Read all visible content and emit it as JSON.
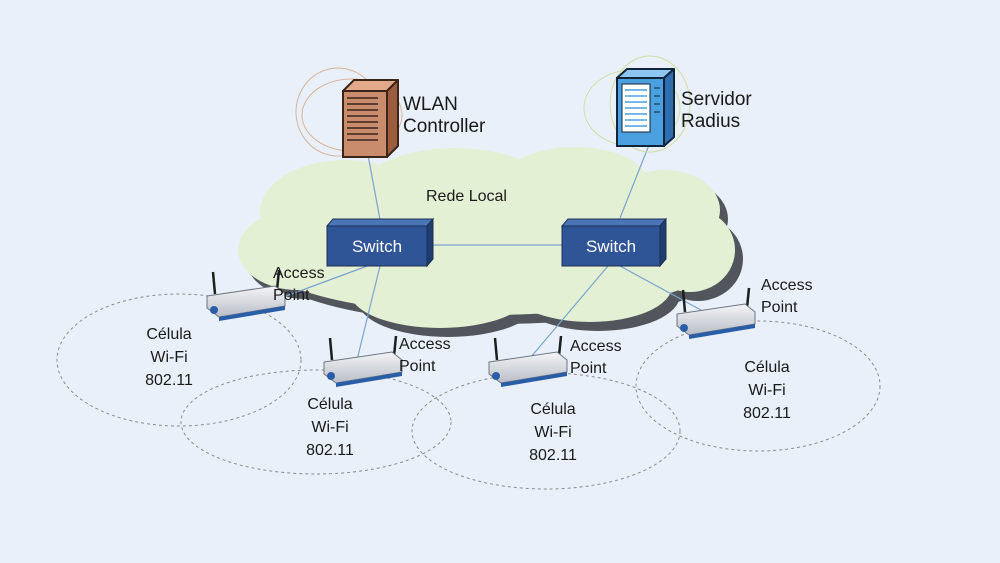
{
  "network": {
    "cloud_label": "Rede Local",
    "wlan_controller": {
      "line1": "WLAN",
      "line2": "Controller",
      "icon": "server-icon",
      "color": "#c98d6e"
    },
    "radius_server": {
      "line1": "Servidor",
      "line2": "Radius",
      "icon": "server-icon",
      "color": "#4ba0e0"
    },
    "switches": [
      {
        "label": "Switch",
        "icon": "switch-icon"
      },
      {
        "label": "Switch",
        "icon": "switch-icon"
      }
    ],
    "access_points": [
      {
        "line1": "Access",
        "line2": "Point",
        "icon": "wifi-router-icon"
      },
      {
        "line1": "Access",
        "line2": "Point",
        "icon": "wifi-router-icon"
      },
      {
        "line1": "Access",
        "line2": "Point",
        "icon": "wifi-router-icon"
      },
      {
        "line1": "Access",
        "line2": "Point",
        "icon": "wifi-router-icon"
      }
    ],
    "cells": [
      {
        "line1": "Célula",
        "line2": "Wi-Fi",
        "line3": "802.11"
      },
      {
        "line1": "Célula",
        "line2": "Wi-Fi",
        "line3": "802.11"
      },
      {
        "line1": "Célula",
        "line2": "Wi-Fi",
        "line3": "802.11"
      },
      {
        "line1": "Célula",
        "line2": "Wi-Fi",
        "line3": "802.11"
      }
    ],
    "colors": {
      "background": "#e9f0f9",
      "cloud_fill": "#e4f0d4",
      "cloud_shadow": "#52565c",
      "switch_fill": "#2f5597",
      "link": "#7aa3cf",
      "cell_border": "#8c8c8c"
    }
  }
}
